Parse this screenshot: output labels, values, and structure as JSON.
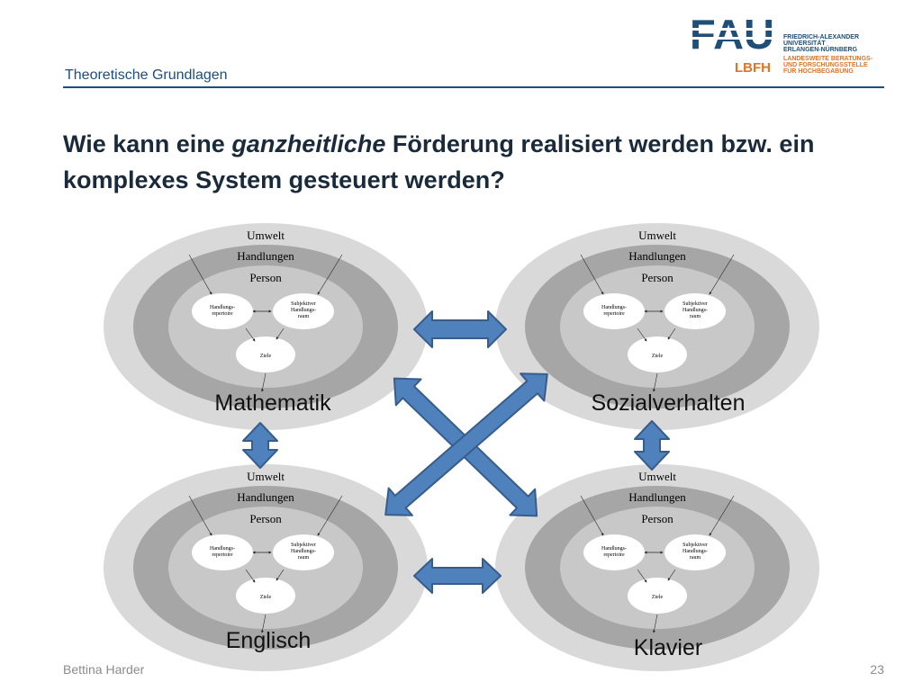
{
  "header": {
    "section_title": "Theoretische Grundlagen",
    "logo": {
      "mark": "FAU",
      "sub": "LBFH",
      "university_lines": [
        "FRIEDRICH-ALEXANDER",
        "UNIVERSITÄT",
        "ERLANGEN-NÜRNBERG"
      ],
      "unit_lines": [
        "LANDESWEITE BERATUNGS-",
        "UND FORSCHUNGSSTELLE",
        "FÜR HOCHBEGABUNG"
      ],
      "colors": {
        "navy": "#1f4e79",
        "orange": "#e37222"
      }
    }
  },
  "slide": {
    "title_part1": "Wie kann eine ",
    "title_emph": "ganzheitliche",
    "title_part2": " Förderung realisiert werden bzw. ein komplexes System gesteuert werden?"
  },
  "model": {
    "outer": "Umwelt",
    "middle": "Handlungen",
    "inner": "Person",
    "node_left": [
      "Handlungs-",
      "repertoire"
    ],
    "node_right": [
      "Subjektiver",
      "Handlungs-",
      "raum"
    ],
    "node_bottom": "Ziele"
  },
  "domains": {
    "top_left": "Mathematik",
    "top_right": "Sozialverhalten",
    "bottom_left": "Englisch",
    "bottom_right": "Klavier"
  },
  "colors": {
    "ring_outer": "#d9d9d9",
    "ring_middle": "#a6a6a6",
    "ring_inner": "#c8c8c8",
    "arrow_fill": "#4f81bd",
    "arrow_stroke": "#385d8a"
  },
  "footer": {
    "author": "Bettina Harder",
    "page": "23"
  }
}
